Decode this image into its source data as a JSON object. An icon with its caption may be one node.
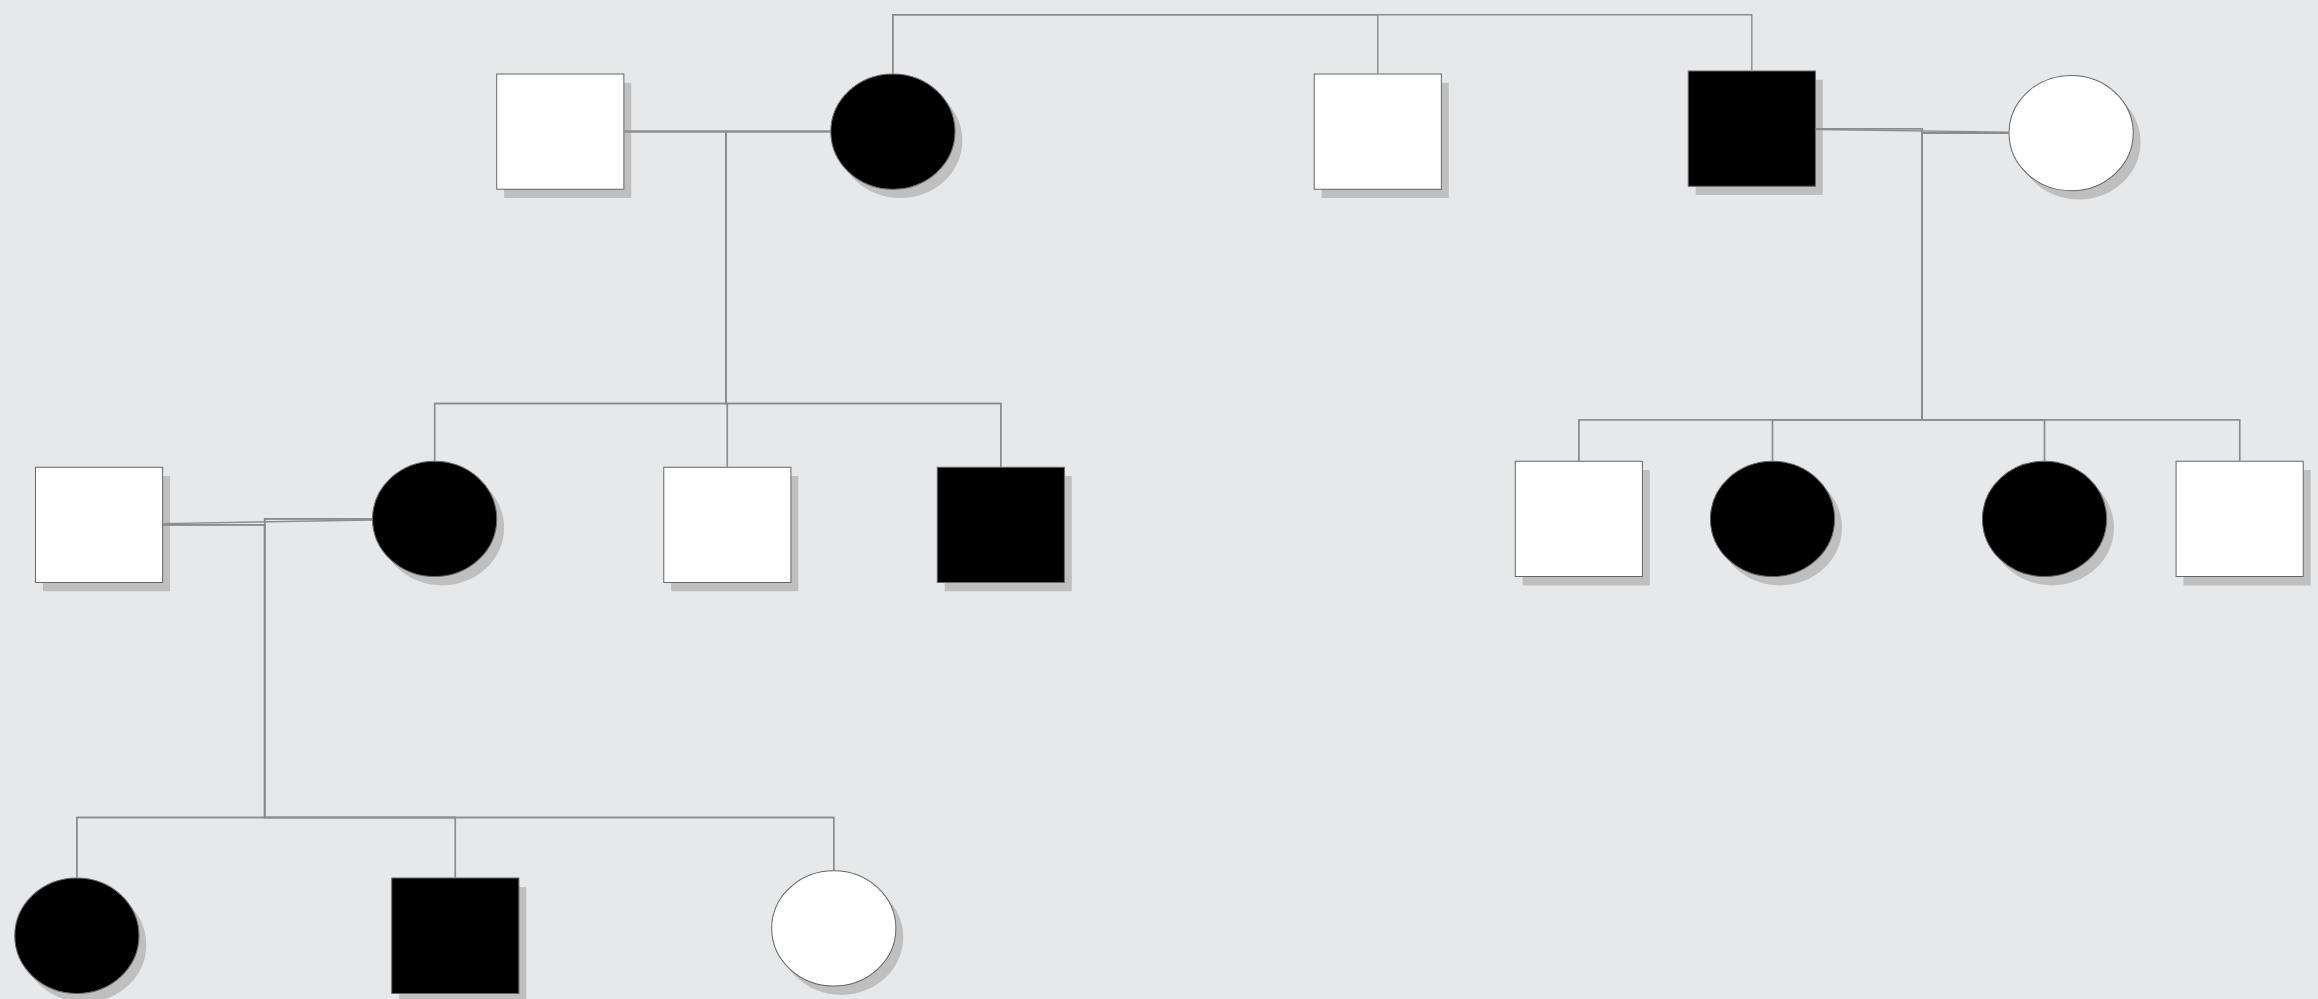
{
  "diagram": {
    "nodes": [
      {
        "text": [],
        "shape": "box"
      },
      {
        "text": [],
        "shape": "circle"
      },
      {
        "text": [],
        "shape": "box"
      },
      {
        "text": [],
        "shape": "box"
      },
      {
        "text": [],
        "shape": "circle"
      },
      {
        "text": [],
        "shape": "box"
      },
      {
        "text": [],
        "shape": "circle"
      },
      {
        "text": [],
        "shape": "box"
      },
      {
        "text": [],
        "shape": "box"
      },
      {
        "text": [],
        "shape": "box"
      },
      {
        "text": [],
        "shape": "circle"
      },
      {
        "text": [],
        "shape": "circle"
      },
      {
        "text": [],
        "shape": "box"
      },
      {
        "text": [],
        "shape": "circle"
      },
      {
        "text": [],
        "shape": "box"
      },
      {
        "text": [],
        "shape": "circle"
      }
    ],
    "edges": [
      {
        "from": 0,
        "to": 1,
        "arrow": "none"
      },
      {
        "from": 1,
        "to": 2,
        "arrow": "none"
      },
      {
        "from": 1,
        "to": 3,
        "arrow": "none"
      },
      {
        "from": 3,
        "to": 4,
        "arrow": "none"
      },
      {
        "from": 5,
        "to": 6,
        "arrow": "none"
      },
      {
        "from": 0,
        "to": 6,
        "arrow": "none"
      },
      {
        "from": 0,
        "to": 7,
        "arrow": "none"
      },
      {
        "from": 0,
        "to": 8,
        "arrow": "none"
      },
      {
        "from": 1,
        "to": 6,
        "arrow": "none"
      },
      {
        "from": 1,
        "to": 7,
        "arrow": "none"
      },
      {
        "from": 1,
        "to": 8,
        "arrow": "none"
      },
      {
        "from": 3,
        "to": 9,
        "arrow": "none"
      },
      {
        "from": 3,
        "to": 10,
        "arrow": "none"
      },
      {
        "from": 3,
        "to": 11,
        "arrow": "none"
      },
      {
        "from": 3,
        "to": 12,
        "arrow": "none"
      },
      {
        "from": 4,
        "to": 9,
        "arrow": "none"
      },
      {
        "from": 4,
        "to": 10,
        "arrow": "none"
      },
      {
        "from": 4,
        "to": 11,
        "arrow": "none"
      },
      {
        "from": 4,
        "to": 12,
        "arrow": "none"
      },
      {
        "from": 5,
        "to": 13,
        "arrow": "none"
      },
      {
        "from": 5,
        "to": 14,
        "arrow": "none"
      },
      {
        "from": 5,
        "to": 15,
        "arrow": "none"
      },
      {
        "from": 6,
        "to": 13,
        "arrow": "none"
      },
      {
        "from": 6,
        "to": 14,
        "arrow": "none"
      },
      {
        "from": 6,
        "to": 15,
        "arrow": "none"
      }
    ]
  }
}
